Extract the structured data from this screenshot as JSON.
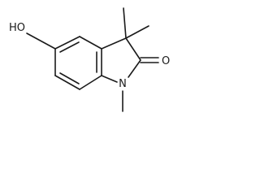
{
  "molecule": {
    "atom_labels": {
      "hydroxyl": "HO",
      "carbonyl_oxygen": "O",
      "ring_nitrogen": "N"
    }
  }
}
